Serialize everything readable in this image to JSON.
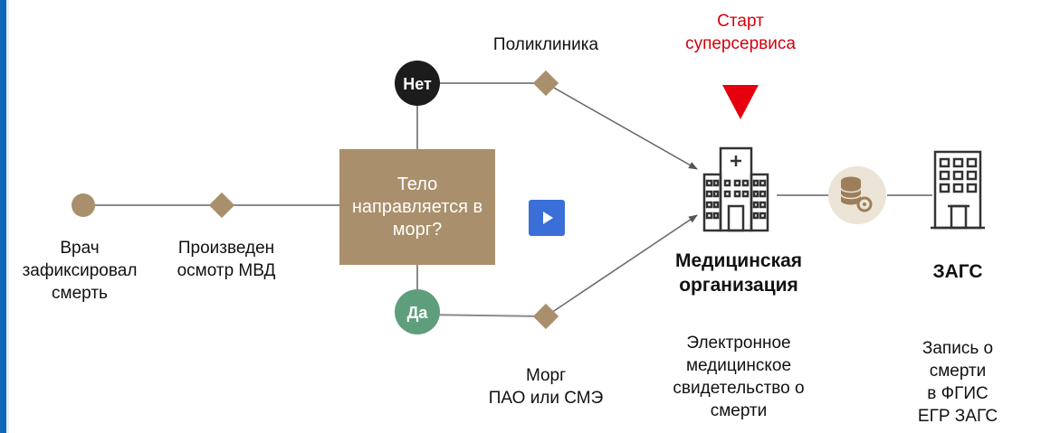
{
  "diagram": {
    "start_label": "Старт\nсуперсервиса",
    "nodes": {
      "doctor": "Врач\nзафиксировал\nсмерть",
      "police": "Произведен\nосмотр МВД",
      "decision": "Тело\nнаправляется в\nморг?",
      "no": "Нет",
      "yes": "Да",
      "polyclinic": "Поликлиника",
      "morgue": "Морг\nПАО или СМЭ",
      "med_org": "Медицинская\nорганизация",
      "med_org_caption": "Электронное\nмедицинское\nсвидетельство о\nсмерти",
      "zags": "ЗАГС",
      "zags_caption": "Запись о смерти\nв ФГИС ЕГР ЗАГС"
    },
    "icons": {
      "play": "play-icon",
      "hospital": "hospital-icon",
      "database": "database-gear-icon",
      "building": "building-icon",
      "marker": "start-marker-icon"
    },
    "colors": {
      "tan": "#a98f6b",
      "decision_box": "#a98f6b",
      "no_circle": "#1c1c1c",
      "yes_circle": "#5f9e7c",
      "start_red": "#e6000f",
      "play_blue": "#3a6fd8",
      "edge_blue": "#0e67b8",
      "line_gray": "#8a8a8a",
      "db_circle": "#ece4d6"
    }
  }
}
